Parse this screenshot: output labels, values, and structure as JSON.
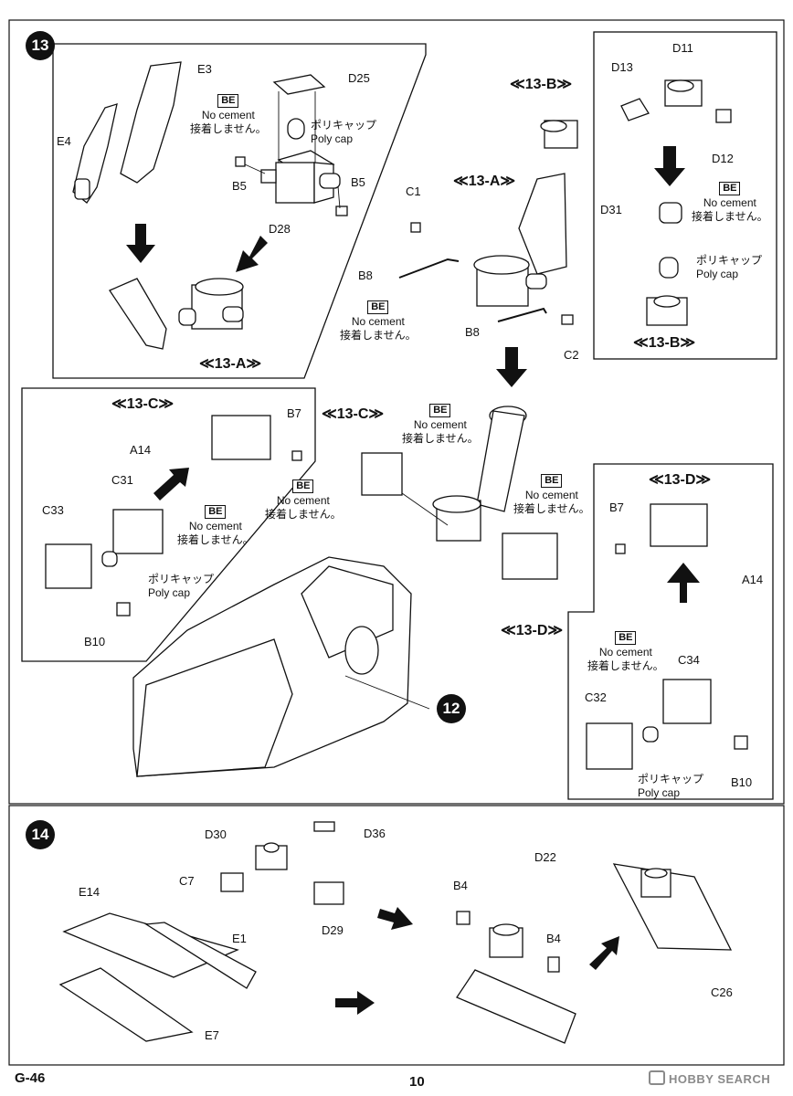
{
  "page": {
    "code": "G-46",
    "number": "10",
    "watermark": "HOBBY SEARCH"
  },
  "notes": {
    "be": "BE",
    "no_cement_en": "No cement",
    "no_cement_jp": "接着しません。"
  },
  "polycap": {
    "jp": "ポリキャップ",
    "en": "Poly cap"
  },
  "step13": {
    "number": "13",
    "parts": [
      "E3",
      "E4",
      "D25",
      "B5",
      "B5",
      "D28",
      "C1",
      "B8",
      "B8",
      "C2",
      "D11",
      "D13",
      "D12",
      "D31",
      "B7",
      "A14",
      "C31",
      "C33",
      "B10",
      "B7",
      "A14",
      "C34",
      "C32",
      "B10"
    ],
    "subassemblies": {
      "a": "≪13-A≫",
      "b": "≪13-B≫",
      "c": "≪13-C≫",
      "d": "≪13-D≫"
    },
    "ref_step": "12"
  },
  "step14": {
    "number": "14",
    "parts": [
      "D30",
      "D36",
      "C7",
      "D29",
      "E14",
      "E1",
      "E7",
      "B4",
      "B4",
      "D22",
      "C26"
    ]
  }
}
